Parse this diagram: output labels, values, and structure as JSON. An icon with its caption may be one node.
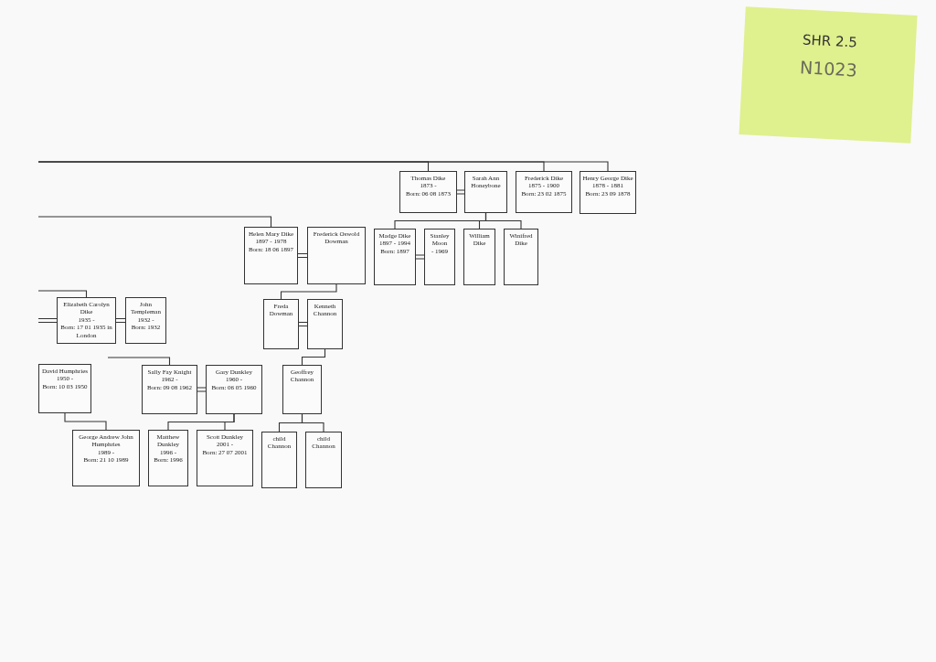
{
  "diagram": {
    "nodes": [
      {
        "text": [
          "Thomas Dike",
          "1873 -",
          "Born: 06 08 1873"
        ]
      },
      {
        "text": [
          "Sarah Ann Honeybone"
        ]
      },
      {
        "text": [
          "Frederick Dike",
          "1875 - 1900",
          "Born: 23 02 1875"
        ]
      },
      {
        "text": [
          "Henry George Dike",
          "1878 - 1881",
          "Born: 23 09 1878"
        ]
      },
      {
        "text": [
          "Helen Mary Dike",
          "1897 - 1978",
          "Born: 18 06 1897"
        ]
      },
      {
        "text": [
          "Frederick Oswold Dowman"
        ]
      },
      {
        "text": [
          "Madge Dike",
          "1897 - 1994",
          "Born: 1897"
        ]
      },
      {
        "text": [
          "Stanley Moon",
          "- 1969"
        ]
      },
      {
        "text": [
          "William Dike"
        ]
      },
      {
        "text": [
          "Winifred Dike"
        ]
      },
      {
        "text": [
          "Elizabeth Carolyn Dike",
          "1935 -",
          "Born: 17 01 1935 in London"
        ]
      },
      {
        "text": [
          "John Templeman",
          "1932 -",
          "Born: 1932"
        ]
      },
      {
        "text": [
          "Freda Dowman"
        ]
      },
      {
        "text": [
          "Kenneth Channon"
        ]
      },
      {
        "text": [
          "David Humphries",
          "1950 -",
          "Born: 10 03 1950"
        ]
      },
      {
        "text": [
          "Sally Fay Knight",
          "1962 -",
          "Born: 09 08 1962"
        ]
      },
      {
        "text": [
          "Gary Dunkley",
          "1960 -",
          "Born: 06 05 1960"
        ]
      },
      {
        "text": [
          "Geoffrey Channon"
        ]
      },
      {
        "text": [
          "George Andrew John Humphries",
          "1989 -",
          "Born: 21 10 1989"
        ]
      },
      {
        "text": [
          "Matthew Dunkley",
          "1996 -",
          "Born: 1996"
        ]
      },
      {
        "text": [
          "Scott Dunkley",
          "2001 -",
          "Born: 27 07 2001"
        ]
      },
      {
        "text": [
          "child Channon"
        ]
      },
      {
        "text": [
          "child Channon"
        ]
      },
      {
        "text": [
          "SHR 2.5",
          "N1023"
        ]
      }
    ],
    "edges": [
      {
        "from": null,
        "to": 0,
        "arrow": "none"
      },
      {
        "from": null,
        "to": 2,
        "arrow": "none"
      },
      {
        "from": null,
        "to": 3,
        "arrow": "none"
      },
      {
        "from": 0,
        "to": 1,
        "arrow": "none"
      },
      {
        "from": null,
        "to": 4,
        "arrow": "none"
      },
      {
        "from": 4,
        "to": 5,
        "arrow": "none"
      },
      {
        "from": 1,
        "to": 6,
        "arrow": "none"
      },
      {
        "from": 1,
        "to": 8,
        "arrow": "none"
      },
      {
        "from": 1,
        "to": 9,
        "arrow": "none"
      },
      {
        "from": 6,
        "to": 7,
        "arrow": "none"
      },
      {
        "from": null,
        "to": 10,
        "arrow": "none"
      },
      {
        "from": null,
        "to": 10,
        "arrow": "none"
      },
      {
        "from": 10,
        "to": 11,
        "arrow": "none"
      },
      {
        "from": 5,
        "to": 12,
        "arrow": "none"
      },
      {
        "from": 12,
        "to": 13,
        "arrow": "none"
      },
      {
        "from": null,
        "to": 15,
        "arrow": "none"
      },
      {
        "from": 15,
        "to": 16,
        "arrow": "none"
      },
      {
        "from": 13,
        "to": 17,
        "arrow": "none"
      },
      {
        "from": 14,
        "to": 18,
        "arrow": "none"
      },
      {
        "from": 16,
        "to": 19,
        "arrow": "none"
      },
      {
        "from": 16,
        "to": 20,
        "arrow": "none"
      },
      {
        "from": 17,
        "to": 21,
        "arrow": "none"
      },
      {
        "from": 17,
        "to": 22,
        "arrow": "none"
      }
    ]
  }
}
